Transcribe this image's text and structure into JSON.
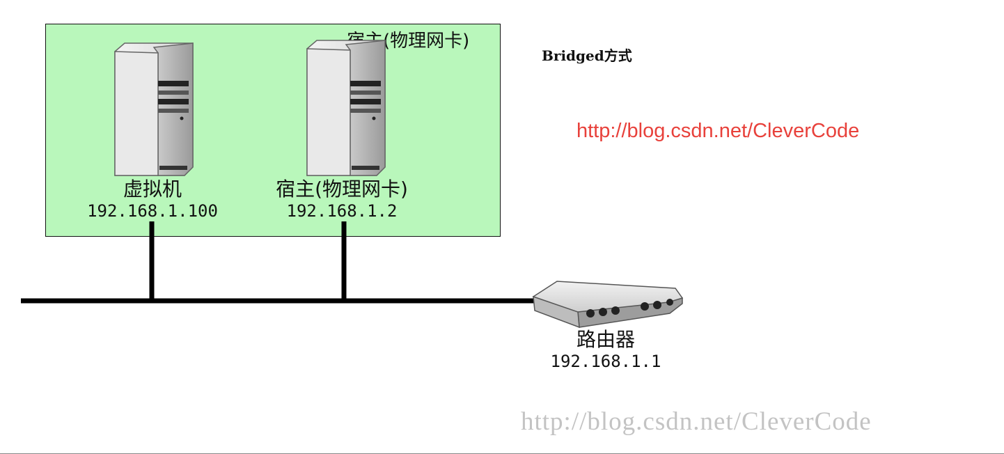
{
  "diagram": {
    "heading": "Bridged方式",
    "link": "http://blog.csdn.net/CleverCode",
    "watermark": "http://blog.csdn.net/CleverCode",
    "host_box_title": "宿主(物理网卡)",
    "nodes": {
      "vm": {
        "name": "虚拟机",
        "ip": "192.168.1.100",
        "icon": "server-icon"
      },
      "host": {
        "name": "宿主(物理网卡)",
        "ip": "192.168.1.2",
        "icon": "server-icon"
      },
      "router": {
        "name": "路由器",
        "ip": "192.168.1.1",
        "icon": "router-icon"
      }
    },
    "colors": {
      "host_box": "#b9f7bb",
      "link": "#e8413b",
      "watermark": "#c3c3c3",
      "network_line": "#000000"
    }
  }
}
